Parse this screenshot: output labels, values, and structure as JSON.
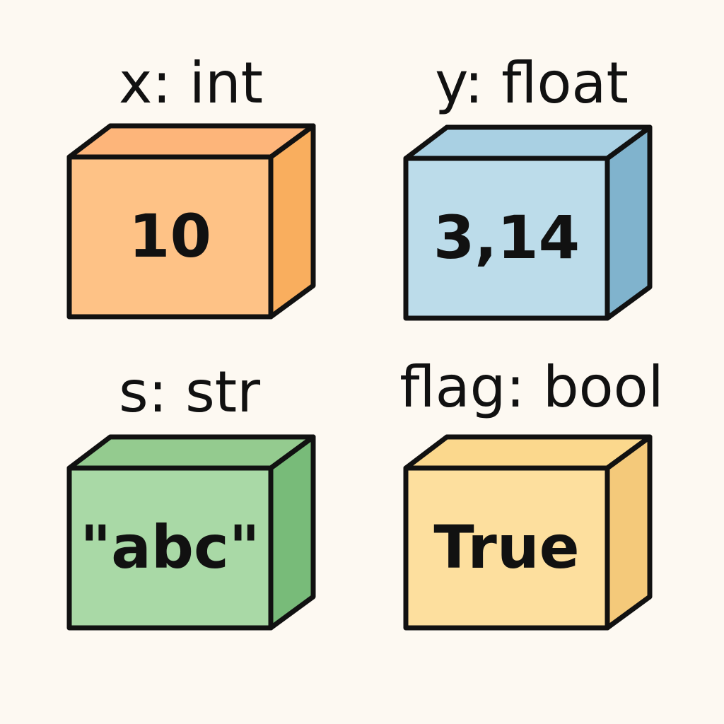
{
  "variables": [
    {
      "label": "x: int",
      "value": "10",
      "colors": {
        "front": "#fec286",
        "top": "#fdb57a",
        "side": "#f9ae5e"
      }
    },
    {
      "label": "y: float",
      "value": "3,14",
      "colors": {
        "front": "#bcdcea",
        "top": "#a9d0e3",
        "side": "#80b3cd"
      }
    },
    {
      "label": "s: str",
      "value": "\"abc\"",
      "colors": {
        "front": "#a9d9a6",
        "top": "#94cb8f",
        "side": "#78bb79"
      }
    },
    {
      "label": "flag: bool",
      "value": "True",
      "colors": {
        "front": "#fddf9e",
        "top": "#fbd88d",
        "side": "#f4c97a"
      }
    }
  ]
}
